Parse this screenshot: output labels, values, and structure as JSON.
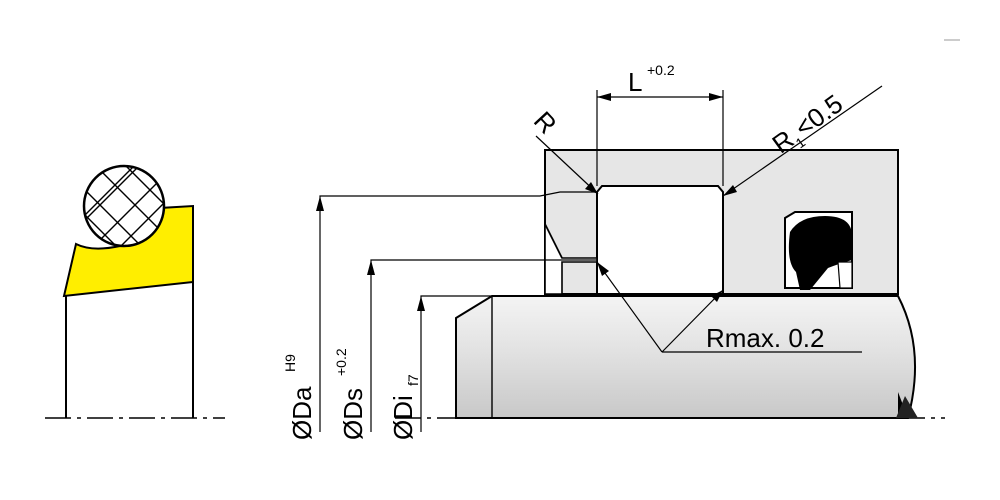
{
  "labels": {
    "l_main": "L",
    "l_tol": "+0.2",
    "r_left": "R",
    "r1_main": "R",
    "r1_sub": "1",
    "r1_tail": "<0.5",
    "rmax": "Rmax. 0.2",
    "da_main": "ØDa",
    "da_tol": "H9",
    "ds_main": "ØDs",
    "ds_tol": "+0.2",
    "di_main": "ØDi",
    "di_tol": "f7"
  },
  "colors": {
    "seal_yellow": "#ffee00",
    "housing_gray": "#e6e6e6",
    "shaft_gray": "#d8d8d8",
    "line": "#000000"
  }
}
